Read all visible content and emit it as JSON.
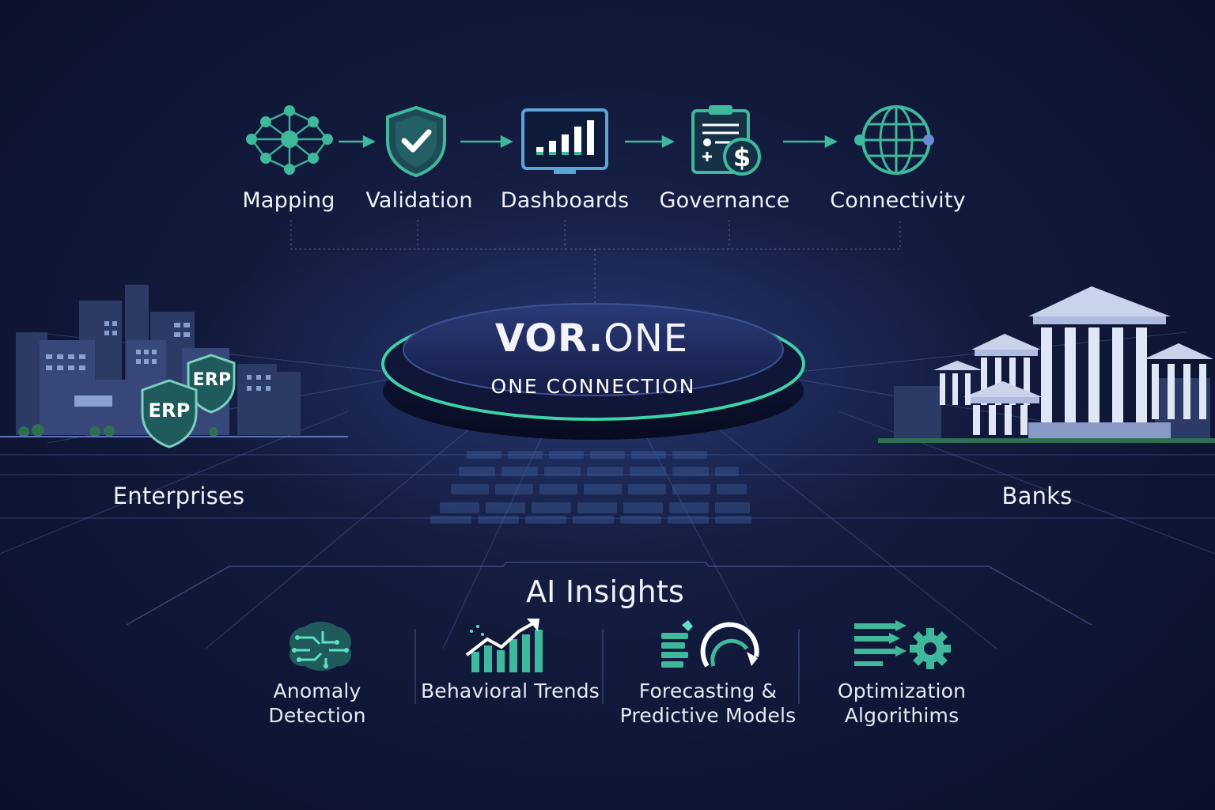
{
  "flow": {
    "steps": [
      {
        "label": "Mapping",
        "icon": "network-nodes-icon"
      },
      {
        "label": "Validation",
        "icon": "shield-check-icon"
      },
      {
        "label": "Dashboards",
        "icon": "monitor-bar-chart-icon"
      },
      {
        "label": "Governance",
        "icon": "clipboard-dollar-icon"
      },
      {
        "label": "Connectivity",
        "icon": "globe-icon"
      }
    ]
  },
  "hub": {
    "brand_bold": "VOR.",
    "brand_light": "ONE",
    "tagline": "ONE CONNECTION"
  },
  "sides": {
    "left": {
      "label": "Enterprises",
      "badges": [
        "ERP",
        "ERP"
      ]
    },
    "right": {
      "label": "Banks"
    }
  },
  "ai": {
    "title": "AI Insights",
    "items": [
      {
        "label": "Anomaly Detection",
        "icon": "brain-circuit-icon"
      },
      {
        "label": "Behavioral Trends",
        "icon": "trend-chart-icon"
      },
      {
        "label": "Forecasting & Predictive Models",
        "icon": "forecast-gauge-icon"
      },
      {
        "label": "Optimization Algorithims",
        "icon": "arrows-gear-icon"
      }
    ]
  },
  "colors": {
    "accent": "#2fb39a",
    "accent_light": "#5fe0c4",
    "background": "#121a3c",
    "text": "#eef1f8"
  }
}
